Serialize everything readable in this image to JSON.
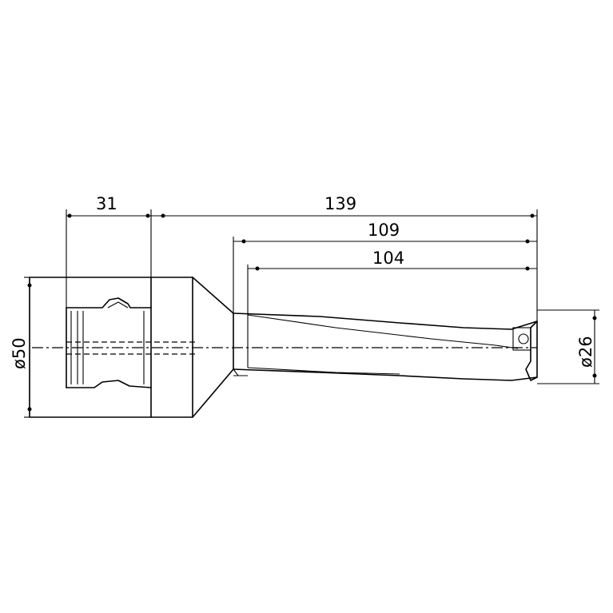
{
  "drawing": {
    "dimensions": {
      "shank_length": "31",
      "overall_length": "139",
      "flute_length": "109",
      "usable_length": "104",
      "shank_diameter": "ø50",
      "drill_diameter": "ø26"
    }
  }
}
